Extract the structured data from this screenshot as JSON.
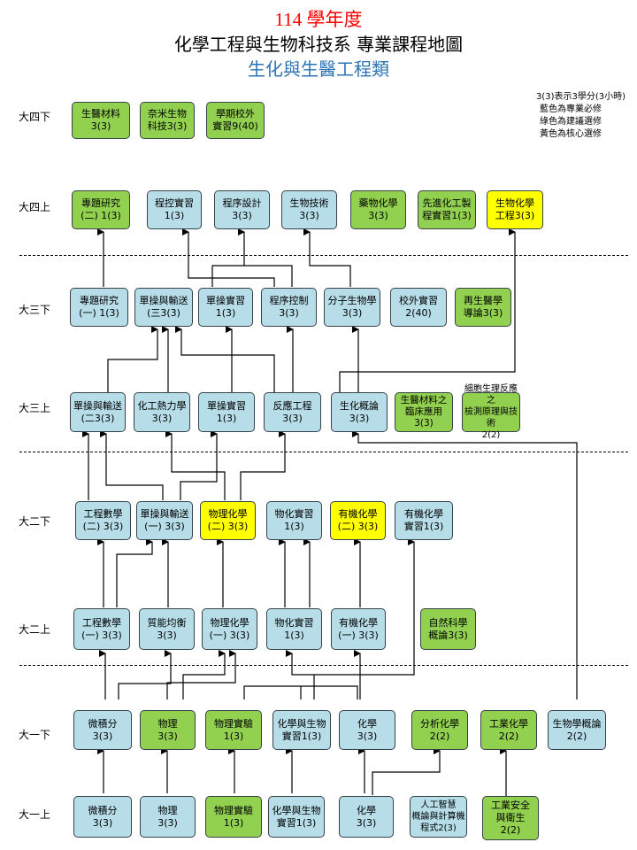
{
  "header": {
    "line1": "114 學年度",
    "line2": "化學工程與生物科技系  專業課程地圖",
    "line3": "生化與生醫工程類",
    "line1_color": "#ff0000",
    "line3_color": "#2e74b5"
  },
  "legend": {
    "unit_note": "3(3)表示3學分(3小時)",
    "blue_note": "藍色為專業必修",
    "green_note": "綠色為建議選修",
    "yellow_note": "黃色為核心選修"
  },
  "colors": {
    "blue": "#b6dde8",
    "green": "#92d050",
    "yellow": "#ffff00"
  },
  "years": {
    "y4b": "大四下",
    "y4a": "大四上",
    "y3b": "大三下",
    "y3a": "大三上",
    "y2b": "大二下",
    "y2a": "大二上",
    "y1b": "大一下",
    "y1a": "大一上"
  },
  "courses": {
    "y4b_biomat": {
      "text": "生醫材料\n3(3)",
      "color": "green"
    },
    "y4b_nanobio": {
      "text": "奈米生物\n科技3(3)",
      "color": "green"
    },
    "y4b_intern": {
      "text": "學期校外\n實習9(40)",
      "color": "green"
    },
    "y4a_project2": {
      "text": "專題研究\n(二) 1(3)",
      "color": "green"
    },
    "y4a_proclab": {
      "text": "程控實習\n1(3)",
      "color": "blue"
    },
    "y4a_procdesign": {
      "text": "程序設計\n3(3)",
      "color": "blue"
    },
    "y4a_biotech": {
      "text": "生物技術\n3(3)",
      "color": "blue"
    },
    "y4a_pharmchem": {
      "text": "藥物化學\n3(3)",
      "color": "green"
    },
    "y4a_advlab": {
      "text": "先進化工製\n程實習1(3)",
      "color": "green"
    },
    "y4a_biochemeng": {
      "text": "生物化學\n工程3(3)",
      "color": "yellow"
    },
    "y3b_project1": {
      "text": "專題研究\n(一) 1(3)",
      "color": "blue"
    },
    "y3b_transport3": {
      "text": "單操與輸送\n(三3(3)",
      "color": "blue"
    },
    "y3b_uolab": {
      "text": "單操實習\n1(3)",
      "color": "blue"
    },
    "y3b_procctrl": {
      "text": "程序控制\n3(3)",
      "color": "blue"
    },
    "y3b_molbio": {
      "text": "分子生物學\n3(3)",
      "color": "blue"
    },
    "y3b_extintern": {
      "text": "校外實習\n2(40)",
      "color": "blue"
    },
    "y3b_regen": {
      "text": "再生醫學\n導論3(3)",
      "color": "green"
    },
    "y3a_transport2": {
      "text": "單操與輸送\n(二3(3)",
      "color": "blue"
    },
    "y3a_thermo": {
      "text": "化工熱力學\n3(3)",
      "color": "blue"
    },
    "y3a_uolab": {
      "text": "單操實習\n1(3)",
      "color": "blue"
    },
    "y3a_reaction": {
      "text": "反應工程\n3(3)",
      "color": "blue"
    },
    "y3a_biochem": {
      "text": "生化概論\n3(3)",
      "color": "blue"
    },
    "y3a_clinical": {
      "text": "生醫材料之\n臨床應用\n3(3)",
      "color": "green"
    },
    "y3a_cellphys": {
      "text": "細胞生理反應之\n檢測原理與技術\n2(2)",
      "color": "green"
    },
    "y2b_engmath2": {
      "text": "工程數學\n(二) 3(3)",
      "color": "blue"
    },
    "y2b_transport1": {
      "text": "單操與輸送\n(一) 3(3)",
      "color": "blue"
    },
    "y2b_physchem2": {
      "text": "物理化學\n(二) 3(3)",
      "color": "yellow"
    },
    "y2b_pchemlab": {
      "text": "物化實習\n1(3)",
      "color": "blue"
    },
    "y2b_orgchem2": {
      "text": "有機化學\n(二) 3(3)",
      "color": "yellow"
    },
    "y2b_orglab": {
      "text": "有機化學\n實習1(3)",
      "color": "blue"
    },
    "y2a_engmath1": {
      "text": "工程數學\n(一) 3(3)",
      "color": "blue"
    },
    "y2a_balance": {
      "text": "質能均衡\n3(3)",
      "color": "blue"
    },
    "y2a_physchem1": {
      "text": "物理化學\n(一) 3(3)",
      "color": "blue"
    },
    "y2a_pchemlab": {
      "text": "物化實習\n1(3)",
      "color": "blue"
    },
    "y2a_orgchem1": {
      "text": "有機化學\n(一) 3(3)",
      "color": "blue"
    },
    "y2a_natsci": {
      "text": "自然科學\n概論3(3)",
      "color": "green"
    },
    "y1b_calculus": {
      "text": "微積分\n3(3)",
      "color": "blue"
    },
    "y1b_physics": {
      "text": "物理\n3(3)",
      "color": "green"
    },
    "y1b_physlab": {
      "text": "物理實驗\n1(3)",
      "color": "green"
    },
    "y1b_chembiolab": {
      "text": "化學與生物\n實習1(3)",
      "color": "blue"
    },
    "y1b_chem": {
      "text": "化學\n3(3)",
      "color": "blue"
    },
    "y1b_analchem": {
      "text": "分析化學\n2(2)",
      "color": "green"
    },
    "y1b_indchem": {
      "text": "工業化學\n2(2)",
      "color": "green"
    },
    "y1b_biochemintro": {
      "text": "生物學概論\n2(2)",
      "color": "blue"
    },
    "y1a_calculus": {
      "text": "微積分\n3(3)",
      "color": "blue"
    },
    "y1a_physics": {
      "text": "物理\n3(3)",
      "color": "blue"
    },
    "y1a_physlab": {
      "text": "物理實驗\n1(3)",
      "color": "green"
    },
    "y1a_chembiolab": {
      "text": "化學與生物\n實習1(3)",
      "color": "blue"
    },
    "y1a_chem": {
      "text": "化學\n3(3)",
      "color": "blue"
    },
    "y1a_ai": {
      "text": "人工智慧\n概論與計算機\n程式2(3)",
      "color": "blue"
    },
    "y1a_safety": {
      "text": "工業安全\n與衛生\n2(2)",
      "color": "green"
    }
  }
}
